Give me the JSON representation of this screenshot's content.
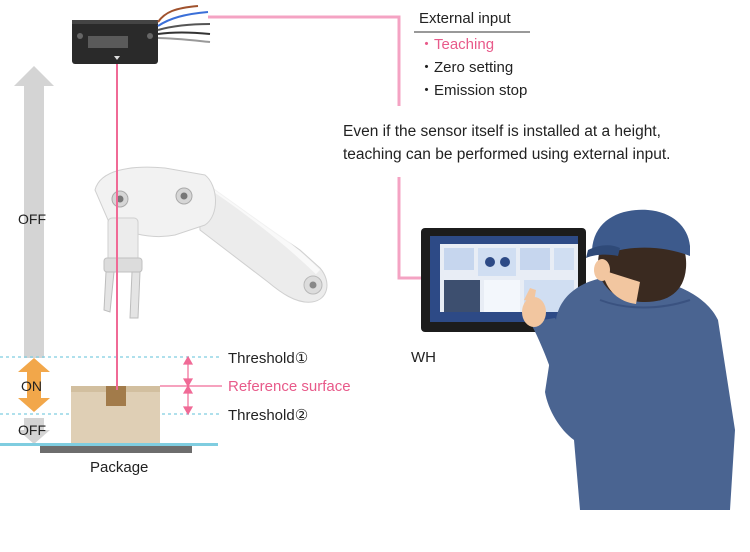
{
  "external_input": {
    "title": "External input",
    "items": [
      "・Teaching",
      "・Zero setting",
      "・Emission stop"
    ],
    "highlight_color": "#e85a8a"
  },
  "note": {
    "line1": "Even if the sensor itself is installed at a height,",
    "line2": "teaching can be performed using external input."
  },
  "labels": {
    "off_top": "OFF",
    "on": "ON",
    "off_bottom": "OFF",
    "threshold1": "Threshold①",
    "reference": "Reference surface",
    "threshold2": "Threshold②",
    "package": "Package",
    "hmi": "WH"
  },
  "colors": {
    "laser": "#f06a96",
    "on_arrow": "#f2a74a",
    "threshold_line": "#7fcde0",
    "worker_shirt": "#4a6491",
    "cap": "#3d5a8c",
    "hmi_screen": "#1f3a6e"
  }
}
